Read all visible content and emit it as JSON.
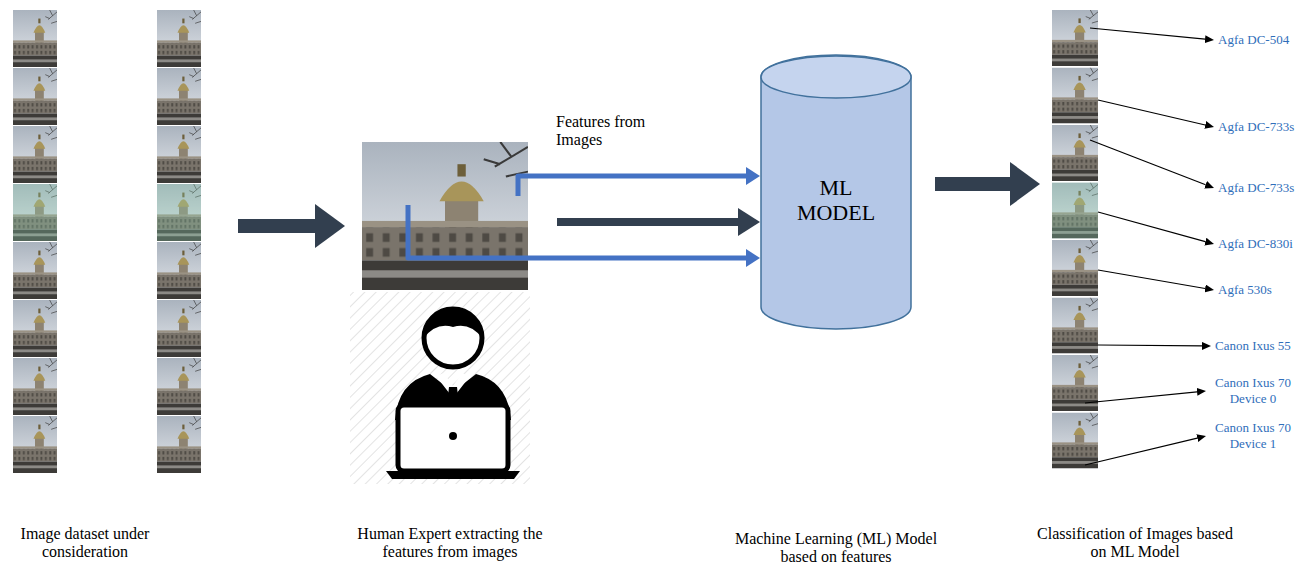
{
  "diagram": {
    "nodes": [
      {
        "text": [
          "Image dataset under consideration"
        ]
      },
      {
        "text": [
          "Human Expert extracting the features from images"
        ]
      },
      {
        "text": [
          "ML MODEL",
          "Machine Learning (ML) Model based on features"
        ]
      },
      {
        "text": [
          "Classification of Images based on ML Model"
        ]
      }
    ],
    "edges": [
      {
        "from": 0,
        "to": 1,
        "arrow": "to"
      },
      {
        "from": 1,
        "to": 2,
        "label": "Features from Images",
        "arrow": "to"
      },
      {
        "from": 1,
        "to": 2,
        "arrow": "to"
      },
      {
        "from": 1,
        "to": 2,
        "arrow": "to"
      },
      {
        "from": 2,
        "to": 3,
        "arrow": "to"
      }
    ],
    "labels": [
      "Agfa DC-504",
      "Agfa DC-733s",
      "Agfa DC-733s",
      "Agfa DC-830i",
      "Agfa 530s",
      "Canon Ixus 55",
      "Canon Ixus 70 Device 0",
      "Canon Ixus 70 Device 1"
    ]
  }
}
